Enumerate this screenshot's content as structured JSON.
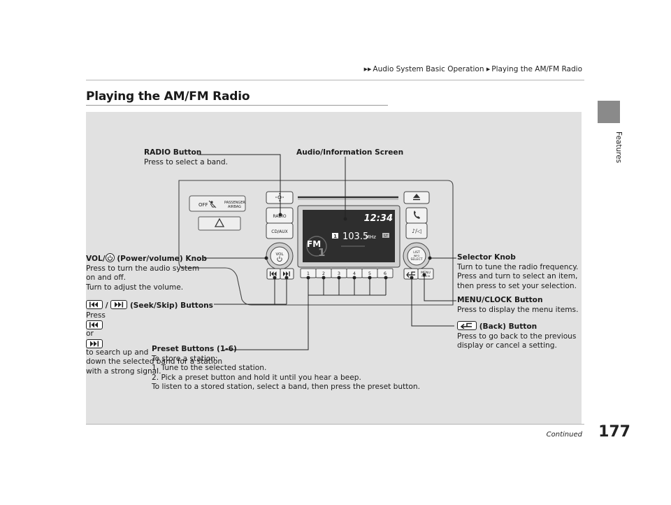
{
  "header": {
    "breadcrumb": [
      "Audio System Basic Operation",
      "Playing the AM/FM Radio"
    ],
    "section_tab": "Features"
  },
  "page": {
    "title": "Playing the AM/FM Radio",
    "continued": "Continued",
    "number": "177"
  },
  "callouts": {
    "radio_button": {
      "title": "RADIO Button",
      "desc": [
        "Press to select a band."
      ]
    },
    "screen": {
      "title": "Audio/Information Screen"
    },
    "vol_knob": {
      "title_pre": "VOL/",
      "title_post": " (Power/volume) Knob",
      "desc": [
        "Press to turn the audio system",
        "on and off.",
        "Turn to adjust the volume."
      ]
    },
    "seek_skip": {
      "title_mid": " / ",
      "title_post": " (Seek/Skip) Buttons",
      "desc_pre": "Press ",
      "desc_mid": " or ",
      "desc_post": " to search up and",
      "desc_rest": [
        "down the selected band for a station",
        "with a strong signal."
      ]
    },
    "preset": {
      "title": "Preset Buttons (1-6)",
      "desc": [
        "To store a station:",
        "1.  Tune to the selected station.",
        "2.  Pick a preset button and hold it until you hear a beep.",
        "To listen to a stored station, select a band, then press the preset button."
      ]
    },
    "selector": {
      "title": "Selector Knob",
      "desc": [
        "Turn to tune the radio frequency.",
        "Press and turn to select an item,",
        "then press to set your selection."
      ]
    },
    "menu_clock": {
      "title": "MENU/CLOCK Button",
      "desc": [
        "Press to display the menu items."
      ]
    },
    "back": {
      "title_post": " (Back) Button",
      "desc": [
        "Press to go back to the previous",
        "display or cancel a setting."
      ]
    }
  },
  "device": {
    "passenger_airbag": [
      "PASSENGER",
      "AIRBAG"
    ],
    "airbag_off": "OFF",
    "radio_key": "RADIO",
    "cdaux_key": "CD/AUX",
    "vol_key": "VOL",
    "clock": "12:34",
    "preset_indicator": "1",
    "frequency": "103.5",
    "freq_unit": "MHz",
    "st_badge": "ST",
    "band": "FM",
    "band_sub": "1",
    "list_knob": [
      "LIST",
      "INFO",
      "SELECT"
    ],
    "menu_key": [
      "MENU",
      "CLOCK"
    ],
    "presets": [
      "1",
      "2",
      "3",
      "4",
      "5",
      "6"
    ]
  }
}
